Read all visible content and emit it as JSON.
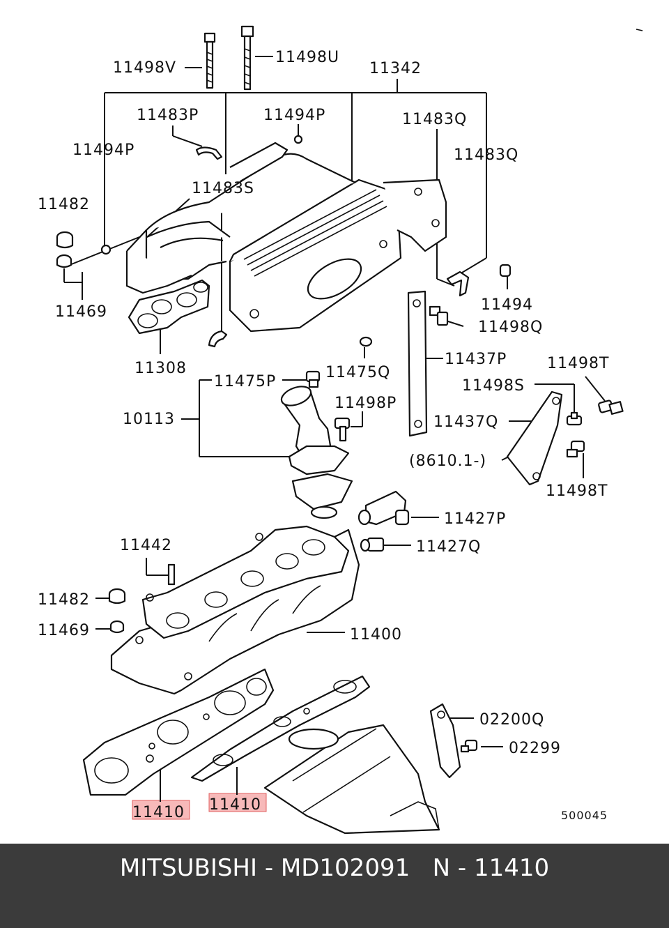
{
  "labels": {
    "l11498V": "11498V",
    "l11498U": "11498U",
    "l11342": "11342",
    "l11483P": "11483P",
    "l11494P_top": "11494P",
    "l11483Q_a": "11483Q",
    "l11494P_left": "11494P",
    "l11483Q_b": "11483Q",
    "l11482_top": "11482",
    "l11483S": "11483S",
    "l11469_top": "11469",
    "l11494": "11494",
    "l11498Q": "11498Q",
    "l11308": "11308",
    "l11437P": "11437P",
    "l11475P": "11475P",
    "l11475Q": "11475Q",
    "l11498T_a": "11498T",
    "l11498S": "11498S",
    "l10113": "10113",
    "l11498P": "11498P",
    "l11437Q": "11437Q",
    "l8610": "(8610.1-)",
    "l11498T_b": "11498T",
    "l11427P": "11427P",
    "l11442": "11442",
    "l11427Q": "11427Q",
    "l11482_bot": "11482",
    "l11469_bot": "11469",
    "l11400": "11400",
    "l02200Q": "02200Q",
    "l02299": "02299",
    "l11410_a": "11410",
    "l11410_b": "11410",
    "l500045": "500045"
  },
  "highlight_color": "#f08080",
  "footer": {
    "text": "MITSUBISHI - MD102091   N - 11410"
  }
}
